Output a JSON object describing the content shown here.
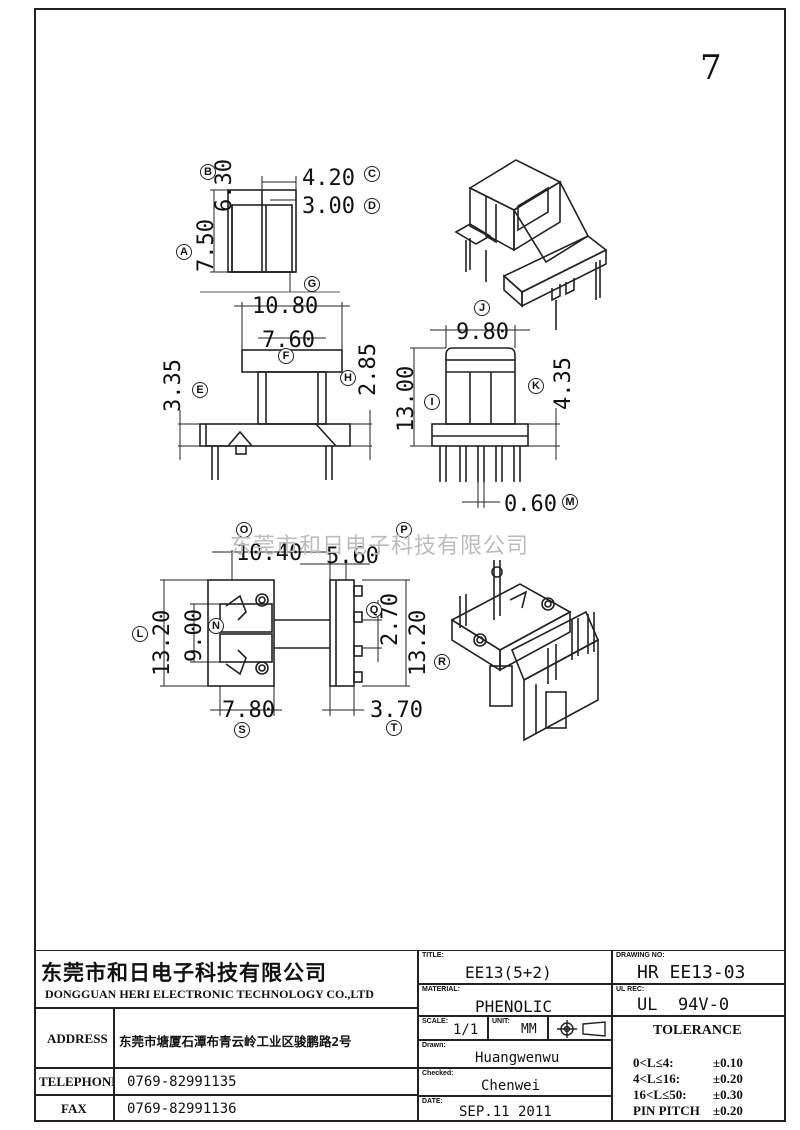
{
  "page_number": "7",
  "watermark": "东莞市和日电子科技有限公司",
  "dimensions": {
    "b_6_30": "6.30",
    "c_4_20": "4.20",
    "d_3_00": "3.00",
    "a_7_50": "7.50",
    "g_10_80": "10.80",
    "f_7_60": "7.60",
    "e_3_35": "3.35",
    "h_2_85": "2.85",
    "j_9_80": "9.80",
    "i_13_00": "13.00",
    "k_4_35": "4.35",
    "m_0_60": "0.60",
    "o_10_40": "10.40",
    "p_5_60": "5.60",
    "l_13_20": "13.20",
    "n_9_00": "9.00",
    "q_2_70": "2.70",
    "r_13_20": "13.20",
    "s_7_80": "7.80",
    "t_3_70": "3.70"
  },
  "labels": {
    "a": "A",
    "b": "B",
    "c": "C",
    "d": "D",
    "e": "E",
    "f": "F",
    "g": "G",
    "h": "H",
    "i": "I",
    "j": "J",
    "k": "K",
    "m": "M",
    "n": "N",
    "o": "O",
    "p": "P",
    "q": "Q",
    "r": "R",
    "s": "S",
    "t": "T",
    "l": "L"
  },
  "title_block": {
    "company_cn": "东莞市和日电子科技有限公司",
    "company_en": "DONGGUAN HERI ELECTRONIC TECHNOLOGY CO.,LTD",
    "address_label": "ADDRESS",
    "address_value": "东莞市塘厦石潭布青云岭工业区骏鹏路2号",
    "telephone_label": "TELEPHONE",
    "telephone_value": "0769-82991135",
    "fax_label": "FAX",
    "fax_value": "0769-82991136",
    "title_label": "TITLE:",
    "title_value": "EE13(5+2)",
    "material_label": "MATERIAL:",
    "material_value": "PHENOLIC",
    "scale_label": "SCALE:",
    "scale_value": "1/1",
    "unit_label": "UNIT:",
    "unit_value": "MM",
    "drawn_label": "Drawn:",
    "drawn_value": "Huangwenwu",
    "checked_label": "Checked:",
    "checked_value": "Chenwei",
    "date_label": "DATE:",
    "date_value": "SEP.11 2011",
    "drawing_no_label": "DRAWING NO:",
    "drawing_no_value": "HR EE13-03",
    "ul_rec_label": "UL REC:",
    "ul_rec_value": "UL  94V-0",
    "tolerance_label": "TOLERANCE",
    "tolerances": [
      {
        "range": "0<L≤4:",
        "value": "±0.10"
      },
      {
        "range": "4<L≤16:",
        "value": "±0.20"
      },
      {
        "range": "16<L≤50:",
        "value": "±0.30"
      },
      {
        "range": "PIN PITCH",
        "value": "±0.20"
      }
    ]
  }
}
